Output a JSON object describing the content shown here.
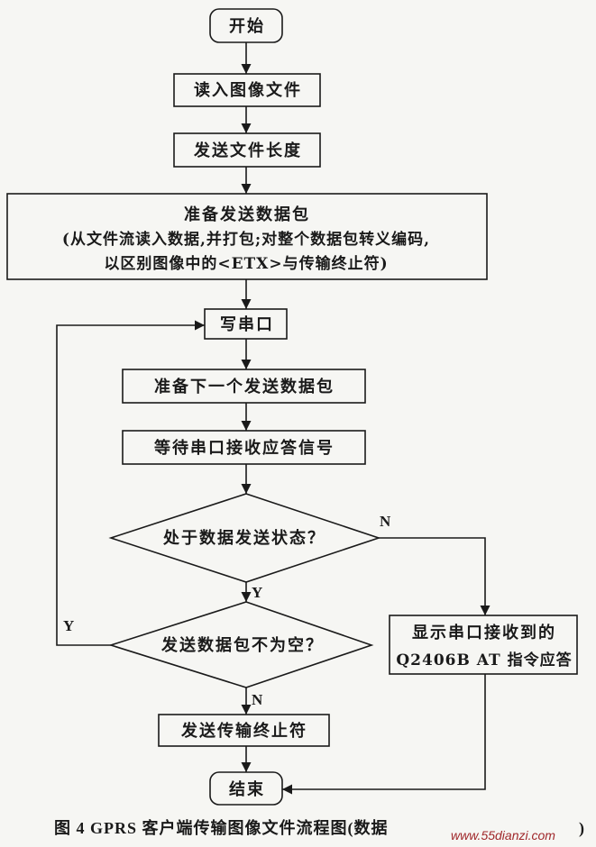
{
  "nodes": {
    "start": "开始",
    "read_image": "读入图像文件",
    "send_length": "发送文件长度",
    "prepare_packet": {
      "line1": "准备发送数据包",
      "line2": "(从文件流读入数据,并打包;对整个数据包转义编码,",
      "line3": "以区别图像中的<ETX>与传输终止符)"
    },
    "write_serial": "写串口",
    "prepare_next": "准备下一个发送数据包",
    "wait_response": "等待串口接收应答信号",
    "decision_sending": "处于数据发送状态？",
    "decision_not_empty": "发送数据包不为空？",
    "show_response": {
      "line1": "显示串口接收到的",
      "line2": "Q2406B AT 指令应答"
    },
    "send_terminator": "发送传输终止符",
    "end": "结束"
  },
  "edge_labels": {
    "sending_no": "N",
    "sending_yes": "Y",
    "not_empty_yes": "Y",
    "not_empty_no": "N"
  },
  "caption": "图 4  GPRS 客户端传输图像文件流程图(数据",
  "caption_tail": ")",
  "watermark": "www.55dianzi.com",
  "colors": {
    "line": "#1a1a1a",
    "background": "#f6f6f3",
    "watermark": "#a0282b"
  }
}
